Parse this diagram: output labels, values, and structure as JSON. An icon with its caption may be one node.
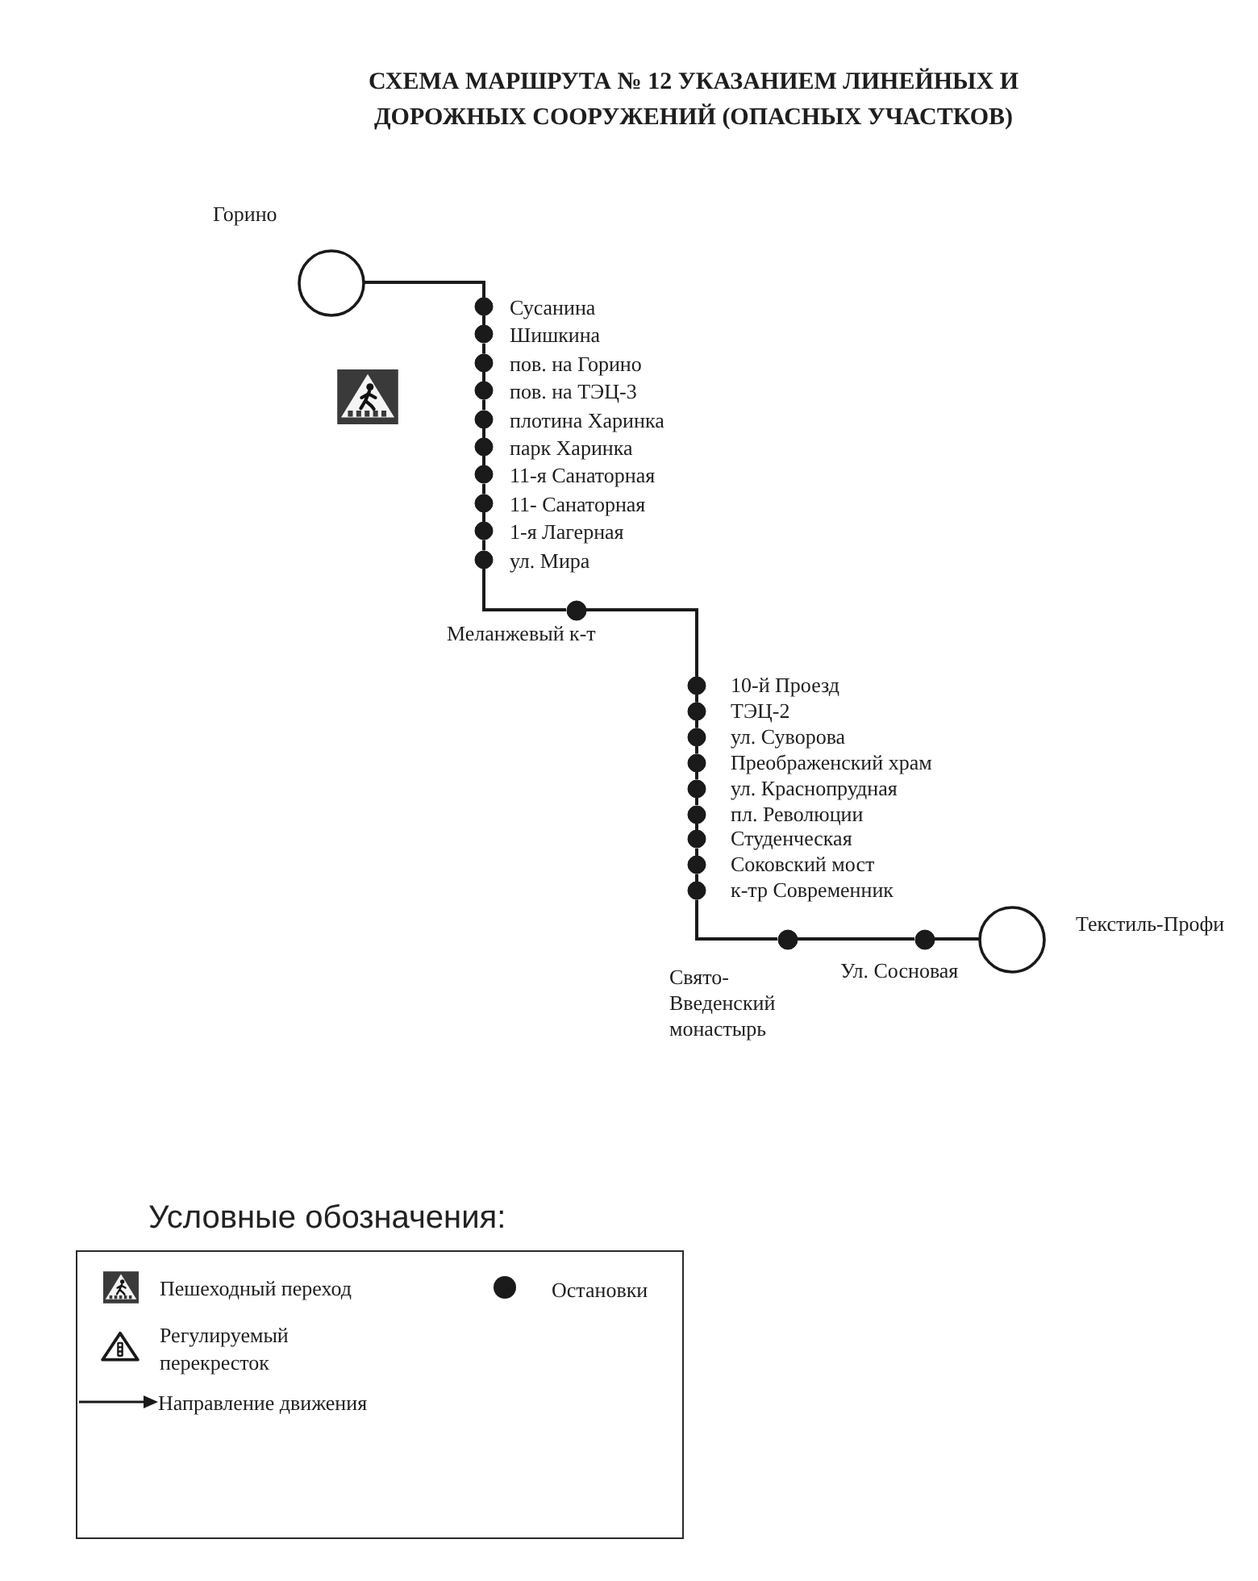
{
  "diagram": {
    "title": "СХЕМА МАРШРУТА № 12 УКАЗАНИЕМ ЛИНЕЙНЫХ И ДОРОЖНЫХ СООРУЖЕНИЙ (ОПАСНЫХ УЧАСТКОВ)",
    "nodes": [
      {
        "text": [],
        "shape": "circle",
        "beside": [
          "Горино"
        ]
      },
      {
        "text": [],
        "shape": "circle",
        "beside": [
          "Сусанина"
        ]
      },
      {
        "text": [],
        "shape": "circle",
        "beside": [
          "Шишкина"
        ]
      },
      {
        "text": [],
        "shape": "circle",
        "beside": [
          "пов. на Горино"
        ]
      },
      {
        "text": [],
        "shape": "circle",
        "beside": [
          "пов. на ТЭЦ-3"
        ]
      },
      {
        "text": [],
        "shape": "circle",
        "beside": [
          "плотина Харинка"
        ]
      },
      {
        "text": [],
        "shape": "circle",
        "beside": [
          "парк Харинка"
        ]
      },
      {
        "text": [],
        "shape": "circle",
        "beside": [
          "11-я Санаторная"
        ]
      },
      {
        "text": [],
        "shape": "circle",
        "beside": [
          "11- Санаторная"
        ]
      },
      {
        "text": [],
        "shape": "circle",
        "beside": [
          "1-я Лагерная"
        ]
      },
      {
        "text": [],
        "shape": "circle",
        "beside": [
          "ул. Мира"
        ]
      },
      {
        "text": [],
        "shape": "circle",
        "beside": [
          "Меланжевый к-т"
        ]
      },
      {
        "text": [],
        "shape": "circle",
        "beside": [
          "10-й Проезд"
        ]
      },
      {
        "text": [],
        "shape": "circle",
        "beside": [
          "ТЭЦ-2"
        ]
      },
      {
        "text": [],
        "shape": "circle",
        "beside": [
          "ул. Суворова"
        ]
      },
      {
        "text": [],
        "shape": "circle",
        "beside": [
          "Преображенский храм"
        ]
      },
      {
        "text": [],
        "shape": "circle",
        "beside": [
          "ул. Краснопрудная"
        ]
      },
      {
        "text": [],
        "shape": "circle",
        "beside": [
          "пл. Революции"
        ]
      },
      {
        "text": [],
        "shape": "circle",
        "beside": [
          "Студенческая"
        ]
      },
      {
        "text": [],
        "shape": "circle",
        "beside": [
          "Соковский мост"
        ]
      },
      {
        "text": [],
        "shape": "circle",
        "beside": [
          "к-тр Современник"
        ]
      },
      {
        "text": [],
        "shape": "circle",
        "beside": [
          "Свято-Введенский монастырь"
        ]
      },
      {
        "text": [],
        "shape": "circle",
        "beside": [
          "Ул. Сосновая"
        ]
      },
      {
        "text": [],
        "shape": "circle",
        "beside": [
          "Текстиль-Профи"
        ]
      }
    ],
    "edges": [
      {
        "from": 0,
        "to": 1,
        "arrow": "none"
      },
      {
        "from": 1,
        "to": 2,
        "arrow": "none"
      },
      {
        "from": 2,
        "to": 3,
        "arrow": "none"
      },
      {
        "from": 3,
        "to": 4,
        "arrow": "none"
      },
      {
        "from": 4,
        "to": 5,
        "arrow": "none"
      },
      {
        "from": 5,
        "to": 6,
        "arrow": "none"
      },
      {
        "from": 6,
        "to": 7,
        "arrow": "none"
      },
      {
        "from": 7,
        "to": 8,
        "arrow": "none"
      },
      {
        "from": 8,
        "to": 9,
        "arrow": "none"
      },
      {
        "from": 9,
        "to": 10,
        "arrow": "none"
      },
      {
        "from": 10,
        "to": 11,
        "arrow": "none"
      },
      {
        "from": 11,
        "to": 12,
        "arrow": "none"
      },
      {
        "from": 12,
        "to": 13,
        "arrow": "none"
      },
      {
        "from": 13,
        "to": 14,
        "arrow": "none"
      },
      {
        "from": 14,
        "to": 15,
        "arrow": "none"
      },
      {
        "from": 15,
        "to": 16,
        "arrow": "none"
      },
      {
        "from": 16,
        "to": 17,
        "arrow": "none"
      },
      {
        "from": 17,
        "to": 18,
        "arrow": "none"
      },
      {
        "from": 18,
        "to": 19,
        "arrow": "none"
      },
      {
        "from": 19,
        "to": 20,
        "arrow": "none"
      },
      {
        "from": 20,
        "to": 21,
        "arrow": "none"
      },
      {
        "from": 21,
        "to": 22,
        "arrow": "none"
      },
      {
        "from": 22,
        "to": 23,
        "arrow": "none"
      }
    ],
    "labels": [
      "Условные обозначения:"
    ],
    "legend": [
      {
        "text": "Пешеходный переход"
      },
      {
        "text": "Остановки"
      },
      {
        "text": "Регулируемый перекресток"
      },
      {
        "text": "Направление движения"
      }
    ]
  }
}
